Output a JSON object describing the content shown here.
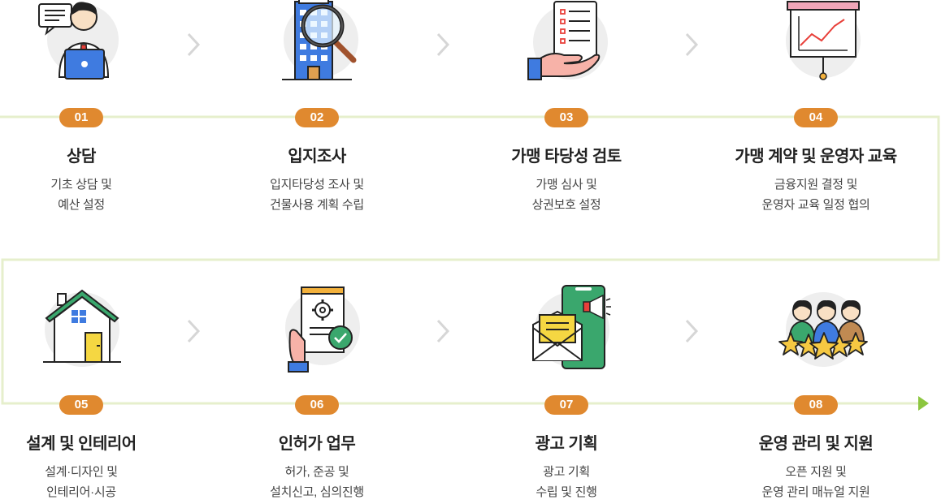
{
  "colors": {
    "badge": "#e0892f",
    "line": "#e6efcc",
    "arrow": "#8cc63f"
  },
  "steps": [
    {
      "number": "01",
      "title": "상담",
      "desc1": "기초 상담 및",
      "desc2": "예산 설정",
      "icon": "consultant-laptop-icon"
    },
    {
      "number": "02",
      "title": "입지조사",
      "desc1": "입지타당성 조사 및",
      "desc2": "건물사용 계획 수립",
      "icon": "building-magnifier-icon"
    },
    {
      "number": "03",
      "title": "가맹 타당성 검토",
      "desc1": "가맹 심사 및",
      "desc2": "상권보호 설정",
      "icon": "checklist-hand-icon"
    },
    {
      "number": "04",
      "title": "가맹 계약 및 운영자 교육",
      "desc1": "금융지원 결정 및",
      "desc2": "운영자 교육 일정 협의",
      "icon": "presentation-board-icon"
    },
    {
      "number": "05",
      "title": "설계 및 인테리어",
      "desc1": "설계·디자인 및",
      "desc2": "인테리어·시공",
      "icon": "house-icon"
    },
    {
      "number": "06",
      "title": "인허가 업무",
      "desc1": "허가, 준공 및",
      "desc2": "설치신고, 심의진행",
      "icon": "approval-document-icon"
    },
    {
      "number": "07",
      "title": "광고 기획",
      "desc1": "광고 기획",
      "desc2": "수립 및 진행",
      "icon": "advertising-phone-icon"
    },
    {
      "number": "08",
      "title": "운영 관리 및 지원",
      "desc1": "오픈 지원 및",
      "desc2": "운영 관리 매뉴얼 지원",
      "icon": "team-stars-icon"
    }
  ]
}
